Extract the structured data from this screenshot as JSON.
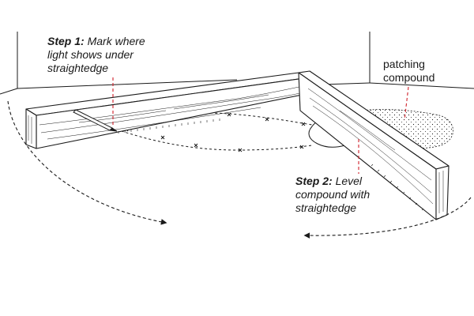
{
  "step1": {
    "heading": "Step 1:",
    "lines": [
      "Mark where",
      "light shows under",
      "straightedge"
    ]
  },
  "step2": {
    "heading": "Step 2:",
    "lines": [
      "Level",
      "compound with",
      "straightedge"
    ]
  },
  "patch_label": {
    "lines": [
      "patching",
      "compound"
    ]
  },
  "colors": {
    "ink": "#1a1a1a",
    "leader": "#d0202a",
    "background": "#ffffff"
  }
}
